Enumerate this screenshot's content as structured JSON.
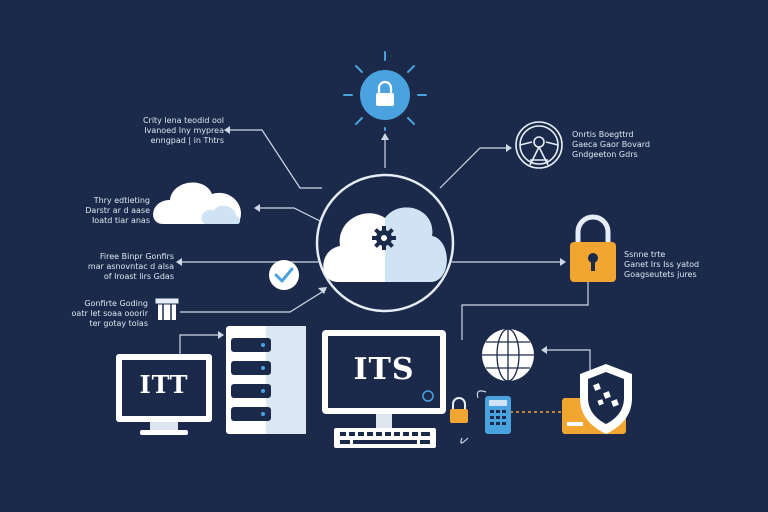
{
  "labels": {
    "top_left": [
      "Crity lena teodid ool",
      "Ivanoed Iny myprea",
      "enngpad | in Thtrs"
    ],
    "top_right": [
      "Onrtis Boegttrd",
      "Gaeca Gaor Bovard",
      "Gndgeeton Gdrs"
    ],
    "cloud_left": [
      "Thry edtieting",
      "Darstr ar d aase",
      "Ioatd tiar anas"
    ],
    "check_left": [
      "Firee Binpr Gonfirs",
      "mar asnovntac d alsa",
      "of Iroast lirs Gdas"
    ],
    "box_left": [
      "Gonfirte Goding",
      "oatr let soaa ooorir",
      "ter gotay tolas"
    ],
    "lock_right": [
      "Ssnne trte",
      "Ganet Irs Iss yatod",
      "Goagseutets jures"
    ]
  },
  "screens": {
    "left": "ITT",
    "center": "ITS"
  },
  "colors": {
    "background": "#1b2a4a",
    "accent_blue": "#4aa3df",
    "orange": "#f2a531",
    "line": "#cfd8e6"
  }
}
